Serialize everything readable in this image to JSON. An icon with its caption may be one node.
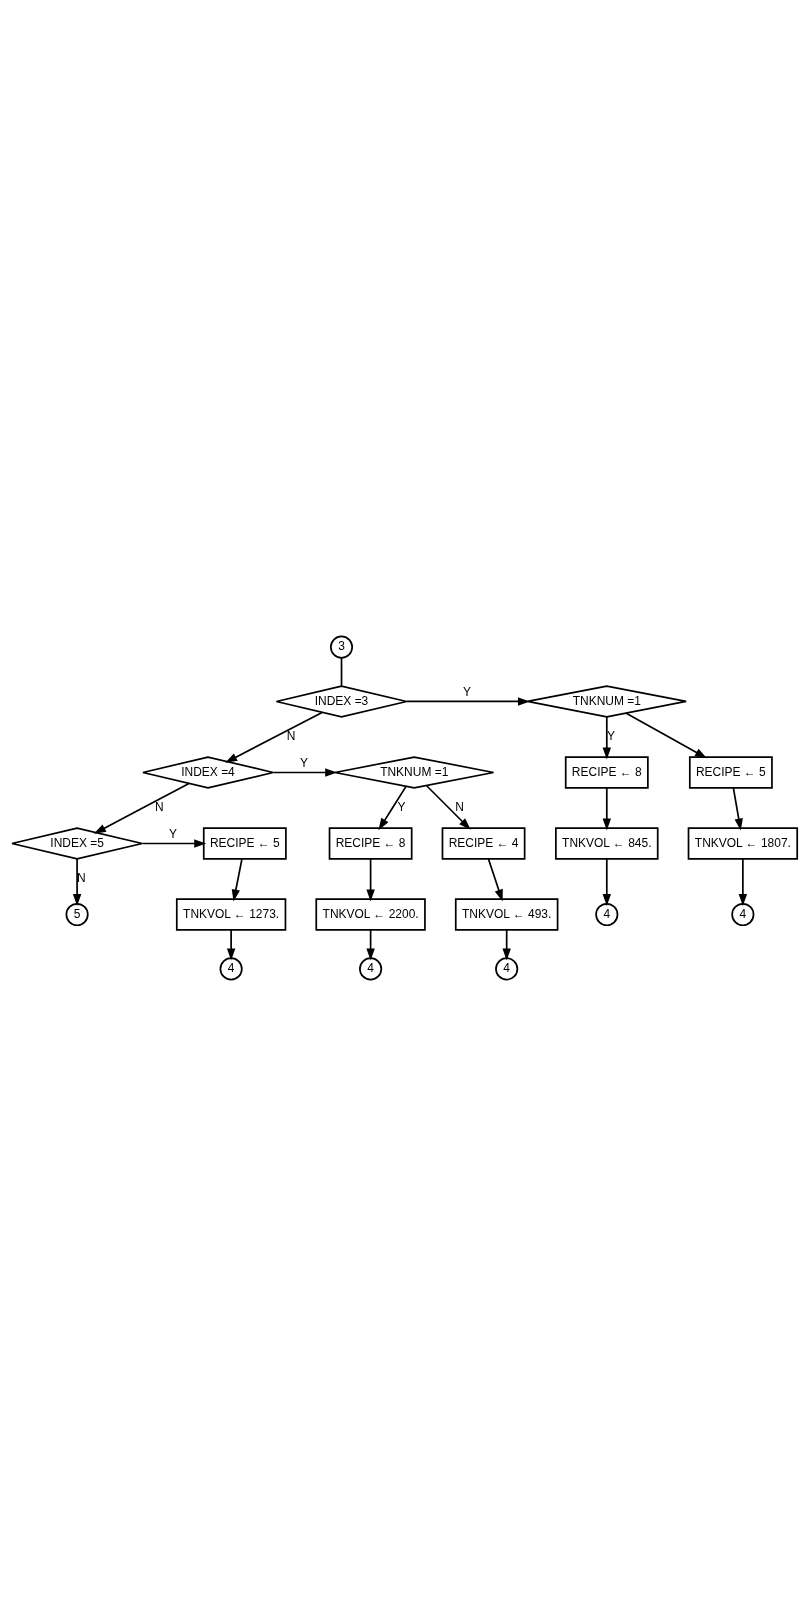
{
  "diagram": {
    "nodes": [
      {
        "text": [
          "3"
        ]
      },
      {
        "text": [
          "INDEX =3"
        ]
      },
      {
        "text": [
          "TNKNUM =1"
        ]
      },
      {
        "text": [
          "RECIPE ← 8"
        ]
      },
      {
        "text": [
          "TNKVOL ← 845."
        ]
      },
      {
        "text": [
          "4"
        ]
      },
      {
        "text": [
          "RECIPE ← 5"
        ]
      },
      {
        "text": [
          "TNKVOL ← 1807."
        ]
      },
      {
        "text": [
          "4"
        ]
      },
      {
        "text": [
          "INDEX =4"
        ]
      },
      {
        "text": [
          "TNKNUM =1"
        ]
      },
      {
        "text": [
          "RECIPE ← 8"
        ]
      },
      {
        "text": [
          "TNKVOL ← 2200."
        ]
      },
      {
        "text": [
          "4"
        ]
      },
      {
        "text": [
          "RECIPE ← 4"
        ]
      },
      {
        "text": [
          "TNKVOL ← 493."
        ]
      },
      {
        "text": [
          "4"
        ]
      },
      {
        "text": [
          "INDEX =5"
        ]
      },
      {
        "text": [
          "RECIPE ← 5"
        ]
      },
      {
        "text": [
          "TNKVOL ← 1273."
        ]
      },
      {
        "text": [
          "4"
        ]
      },
      {
        "text": [
          "5"
        ]
      }
    ],
    "edges": [
      {
        "from": 0,
        "to": 1,
        "arrow": "none"
      },
      {
        "from": 1,
        "to": 2,
        "arrow": "to",
        "label": "Y"
      },
      {
        "from": 2,
        "to": 3,
        "arrow": "to",
        "label": "Y"
      },
      {
        "from": 3,
        "to": 4,
        "arrow": "to"
      },
      {
        "from": 4,
        "to": 5,
        "arrow": "to"
      },
      {
        "from": 2,
        "to": 6,
        "arrow": "to"
      },
      {
        "from": 6,
        "to": 7,
        "arrow": "to"
      },
      {
        "from": 7,
        "to": 8,
        "arrow": "to"
      },
      {
        "from": 1,
        "to": 9,
        "arrow": "to",
        "label": "N"
      },
      {
        "from": 9,
        "to": 10,
        "arrow": "to",
        "label": "Y"
      },
      {
        "from": 10,
        "to": 11,
        "arrow": "to",
        "label": "Y"
      },
      {
        "from": 11,
        "to": 12,
        "arrow": "to"
      },
      {
        "from": 12,
        "to": 13,
        "arrow": "to"
      },
      {
        "from": 10,
        "to": 14,
        "arrow": "to",
        "label": "N"
      },
      {
        "from": 14,
        "to": 15,
        "arrow": "to"
      },
      {
        "from": 15,
        "to": 16,
        "arrow": "to"
      },
      {
        "from": 9,
        "to": 17,
        "arrow": "to",
        "label": "N"
      },
      {
        "from": 17,
        "to": 18,
        "arrow": "to",
        "label": "Y"
      },
      {
        "from": 18,
        "to": 19,
        "arrow": "to"
      },
      {
        "from": 19,
        "to": 20,
        "arrow": "to"
      },
      {
        "from": 17,
        "to": 21,
        "arrow": "to",
        "label": "N"
      }
    ]
  }
}
